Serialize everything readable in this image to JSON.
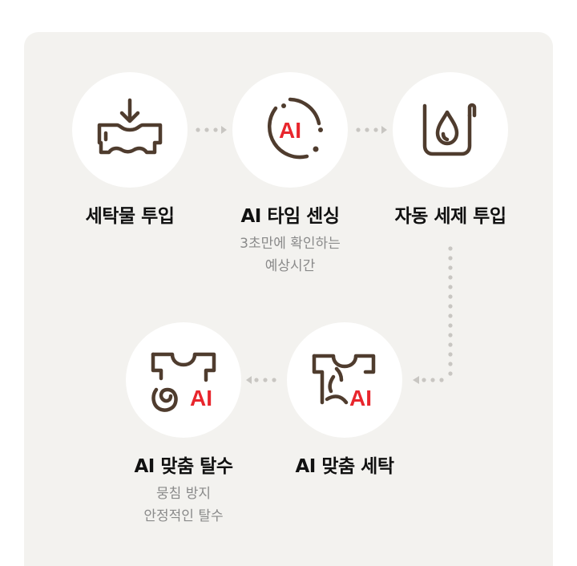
{
  "colors": {
    "panel_bg": "#f3f2ef",
    "icon_brown": "#4f3c2e",
    "accent_red": "#e8262d",
    "dots": "#c8c6c2",
    "desc_gray": "#8a8a8a"
  },
  "steps": [
    {
      "icon": "laundry-drop-in-icon",
      "title": "세탁물 투입",
      "desc": []
    },
    {
      "icon": "ai-timer-sensing-icon",
      "icon_text": "AI",
      "title": "AI 타임 센싱",
      "desc": [
        "3초만에 확인하는",
        "예상시간"
      ]
    },
    {
      "icon": "detergent-drop-icon",
      "title": "자동 세제 투입",
      "desc": []
    },
    {
      "icon": "ai-wash-shirt-icon",
      "icon_text": "AI",
      "title": "AI 맞춤 세탁",
      "desc": []
    },
    {
      "icon": "ai-spin-shirt-icon",
      "icon_text": "AI",
      "title": "AI 맞춤 탈수",
      "desc": [
        "뭉침 방지",
        "안정적인 탈수"
      ]
    }
  ]
}
